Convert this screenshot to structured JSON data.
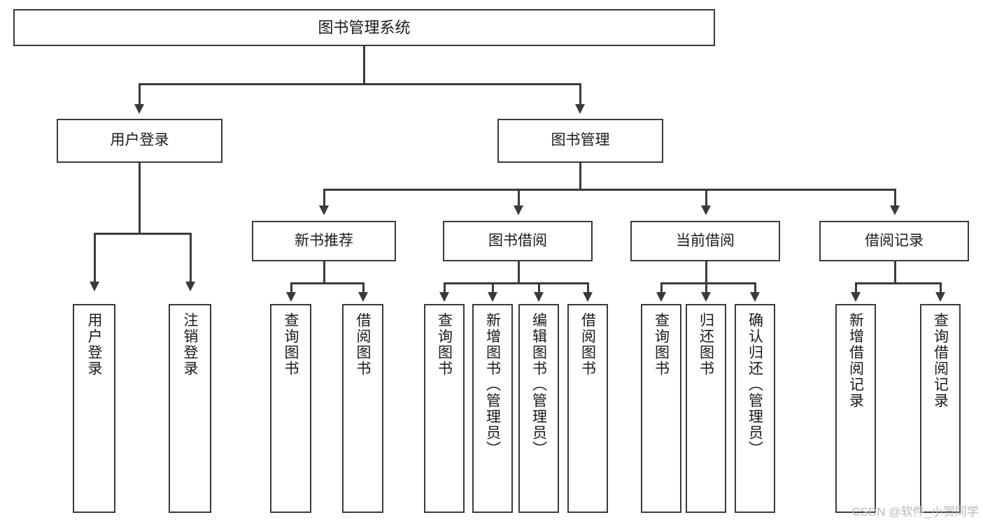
{
  "diagram": {
    "title": "图书管理系统",
    "type": "tree",
    "watermark": "CSDN @软件_小贺同学",
    "colors": {
      "stroke": "#3a3a3a",
      "fill": "#ffffff",
      "text": "#1a1a1a",
      "watermark": "#b9b9b9"
    },
    "nodes": {
      "root": {
        "label": "图书管理系统"
      },
      "level2": [
        {
          "id": "user-login",
          "label": "用户登录"
        },
        {
          "id": "book-management",
          "label": "图书管理"
        }
      ],
      "level3": [
        {
          "id": "new-book-recommend",
          "label": "新书推荐"
        },
        {
          "id": "book-borrow",
          "label": "图书借阅"
        },
        {
          "id": "current-borrow",
          "label": "当前借阅"
        },
        {
          "id": "borrow-record",
          "label": "借阅记录"
        }
      ],
      "leaves": {
        "user_login": [
          {
            "id": "leaf-user-login",
            "label": "用户登录"
          },
          {
            "id": "leaf-logout-login",
            "label": "注销登录"
          }
        ],
        "new_book_recommend": [
          {
            "id": "leaf-query-book-1",
            "label": "查询图书"
          },
          {
            "id": "leaf-borrow-book-1",
            "label": "借阅图书"
          }
        ],
        "book_borrow": [
          {
            "id": "leaf-query-book-2",
            "label": "查询图书"
          },
          {
            "id": "leaf-add-book",
            "label": "新增图书（管理员）"
          },
          {
            "id": "leaf-edit-book",
            "label": "编辑图书（管理员）"
          },
          {
            "id": "leaf-borrow-book-2",
            "label": "借阅图书"
          }
        ],
        "current_borrow": [
          {
            "id": "leaf-query-book-3",
            "label": "查询图书"
          },
          {
            "id": "leaf-return-book",
            "label": "归还图书"
          },
          {
            "id": "leaf-confirm-return",
            "label": "确认归还（管理员）"
          }
        ],
        "borrow_record": [
          {
            "id": "leaf-add-record",
            "label": "新增借阅记录"
          },
          {
            "id": "leaf-query-record",
            "label": "查询借阅记录"
          }
        ]
      }
    }
  }
}
